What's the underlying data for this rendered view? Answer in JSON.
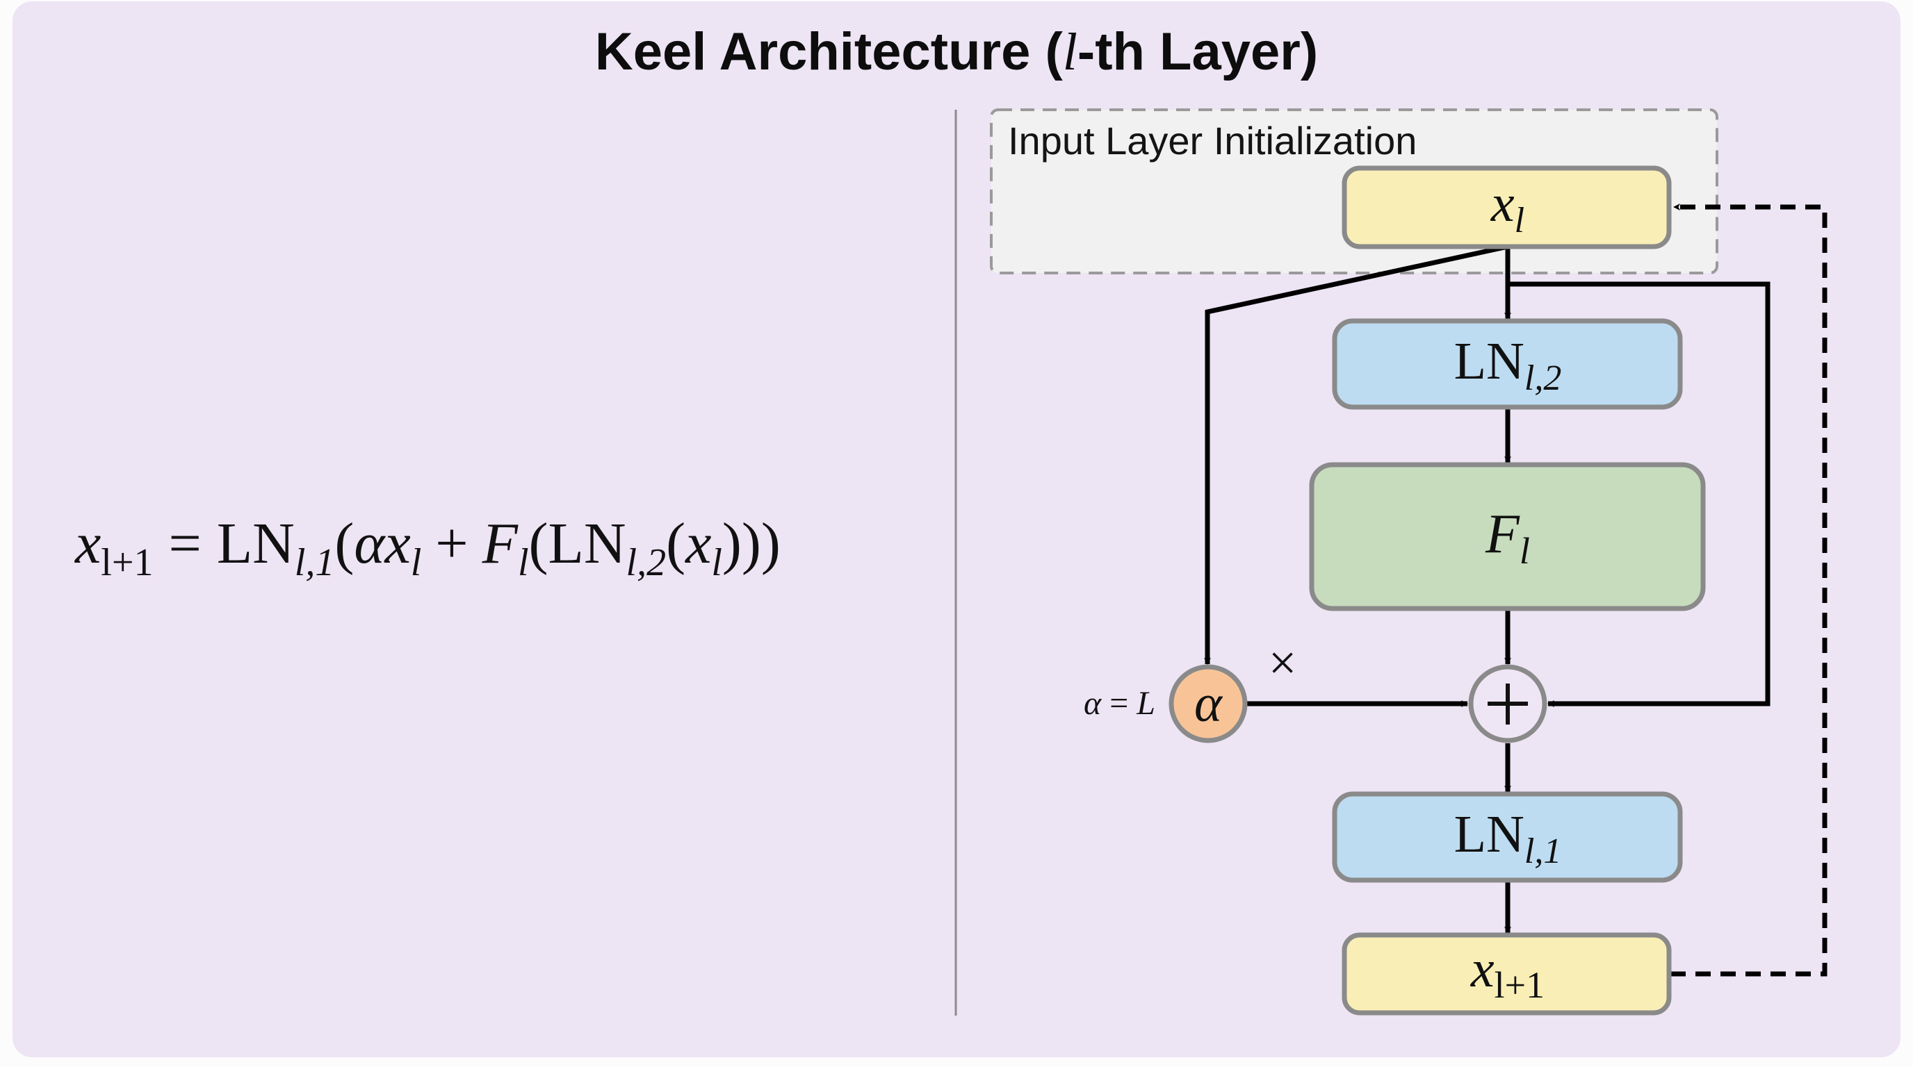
{
  "title": {
    "prefix": "Keel Architecture (",
    "var": "l",
    "suffix": "-th Layer)"
  },
  "equation": {
    "lhs_var": "x",
    "lhs_sub": "l+1",
    "equals": "=",
    "ln1": "LN",
    "ln1_sub": "l,1",
    "open1": "(",
    "alpha": "α",
    "x": "x",
    "x_sub": "l",
    "plus": "+",
    "f": "F",
    "f_sub": "l",
    "open2": "(",
    "ln2": "LN",
    "ln2_sub": "l,2",
    "open3": "(",
    "x2": "x",
    "x2_sub": "l",
    "close": ")))"
  },
  "diagram": {
    "group_label": "Input Layer Initialization",
    "nodes": {
      "x_in": {
        "main": "x",
        "sub": "l",
        "color": "#f9efb6"
      },
      "ln2": {
        "main": "LN",
        "sub": "l,2",
        "color": "#bddcf1"
      },
      "f": {
        "main": "F",
        "sub": "l",
        "color": "#c7dcbd"
      },
      "add": {
        "symbol": "+",
        "color": "#efe6f5"
      },
      "alpha": {
        "symbol": "α",
        "color": "#f8c497"
      },
      "ln1": {
        "main": "LN",
        "sub": "l,1",
        "color": "#bddcf1"
      },
      "x_out": {
        "main": "x",
        "sub": "l+1",
        "color": "#f9efb6"
      }
    },
    "alpha_annotation": {
      "lhs": "α",
      "eq": "=",
      "rhs": "L"
    },
    "multiply_symbol": "×"
  },
  "colors": {
    "card_background": "#ede4f4",
    "group_background": "#f1f1f1",
    "node_border": "#8a8a8a"
  }
}
